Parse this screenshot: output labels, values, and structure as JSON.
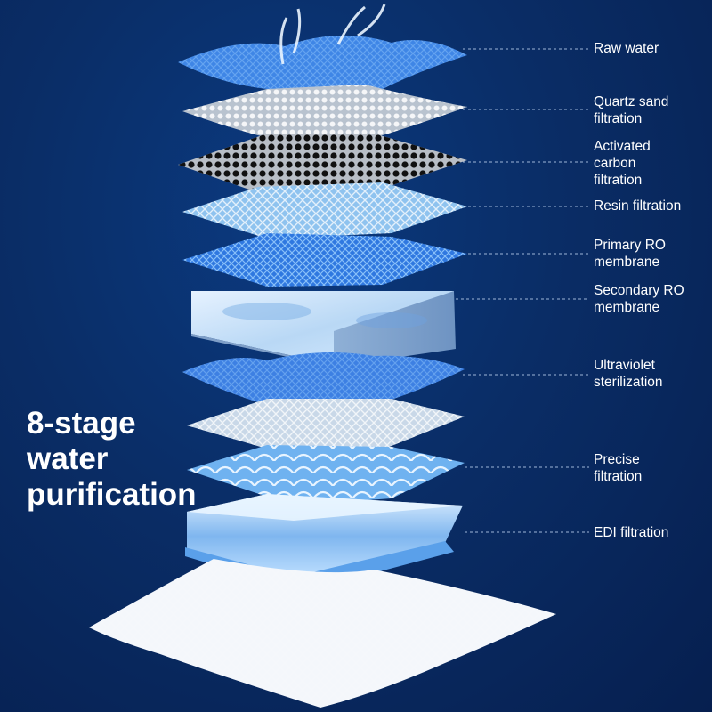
{
  "headline": "8-stage\nwater\npurification",
  "layers": [
    {
      "label": "Raw water"
    },
    {
      "label": "Quartz sand\nfiltration"
    },
    {
      "label": "Activated\ncarbon\nfiltration"
    },
    {
      "label": "Resin filtration"
    },
    {
      "label": "Primary RO\nmembrane"
    },
    {
      "label": "Secondary RO\nmembrane"
    },
    {
      "label": "Ultraviolet\nsterilization"
    },
    {
      "label": "Precise\nfiltration"
    },
    {
      "label": "EDI filtration"
    }
  ],
  "colors": {
    "background": "#0a2d66",
    "water_blue": "#3f86e6",
    "leader_line": "#9fb6d8"
  }
}
